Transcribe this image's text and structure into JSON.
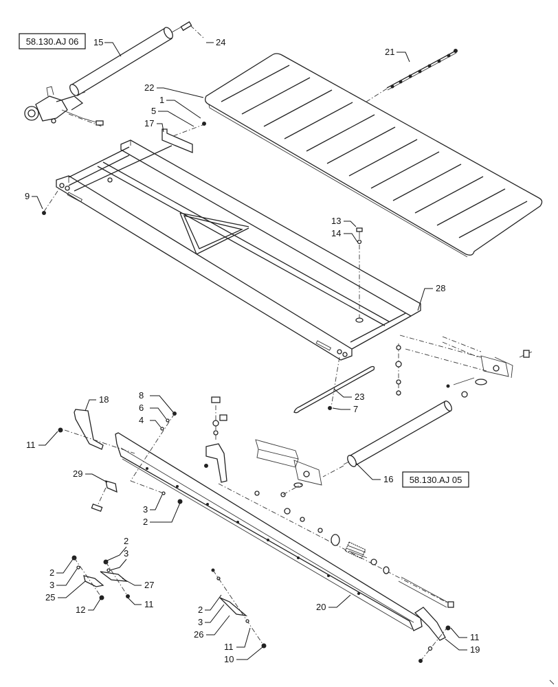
{
  "references": {
    "top_left": "58.130.AJ 06",
    "right": "58.130.AJ 05"
  },
  "callouts": [
    "15",
    "24",
    "21",
    "22",
    "1",
    "5",
    "17",
    "9",
    "13",
    "14",
    "28",
    "23",
    "7",
    "8",
    "6",
    "4",
    "18",
    "11",
    "29",
    "3",
    "2",
    "16",
    "2",
    "3",
    "2",
    "3",
    "25",
    "27",
    "11",
    "12",
    "20",
    "2",
    "3",
    "26",
    "11",
    "10",
    "11",
    "19"
  ]
}
